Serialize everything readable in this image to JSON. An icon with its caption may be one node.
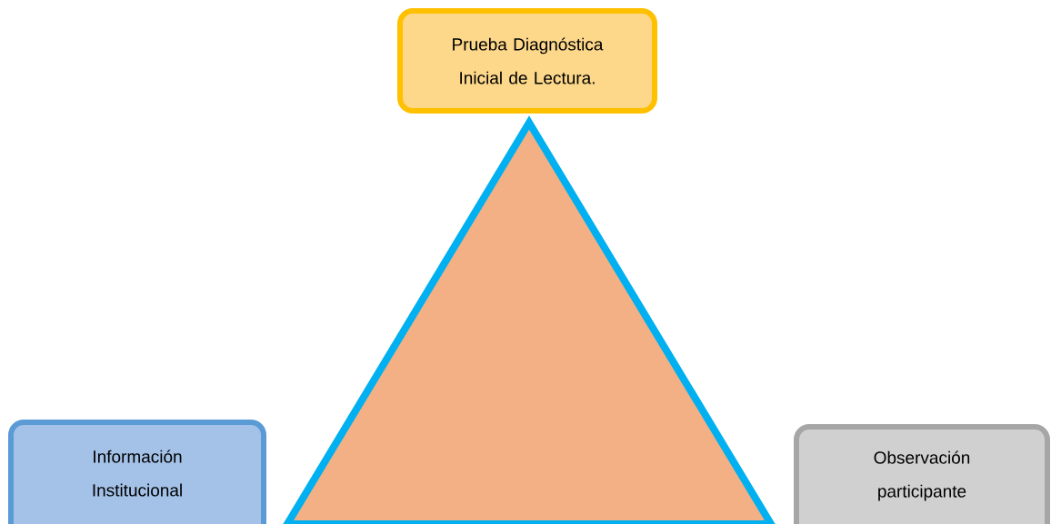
{
  "diagram": {
    "nodes": [
      {
        "text": [
          "Prueba Diagnóstica Inicial de Lectura."
        ]
      },
      {
        "text": [],
        "shape": "triangle"
      },
      {
        "text": [
          "Información Institucional"
        ]
      },
      {
        "text": [
          "Observación participante"
        ]
      }
    ]
  }
}
